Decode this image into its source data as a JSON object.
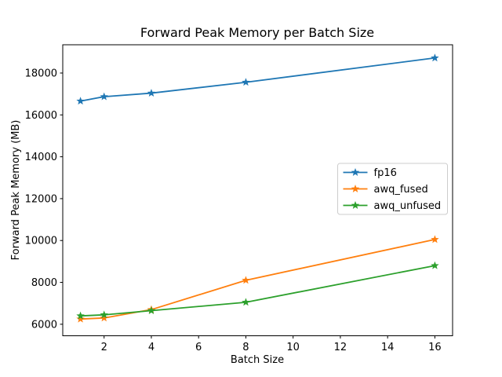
{
  "chart_data": {
    "type": "line",
    "title": "Forward Peak Memory per Batch Size",
    "xlabel": "Batch Size",
    "ylabel": "Forward Peak Memory (MB)",
    "x": [
      1,
      2,
      4,
      8,
      16
    ],
    "series": [
      {
        "name": "fp16",
        "color": "#1f77b4",
        "marker": "star",
        "values": [
          16660,
          16870,
          17040,
          17560,
          18720
        ]
      },
      {
        "name": "awq_fused",
        "color": "#ff7f0e",
        "marker": "star",
        "values": [
          6250,
          6300,
          6700,
          8100,
          10050
        ]
      },
      {
        "name": "awq_unfused",
        "color": "#2ca02c",
        "marker": "star",
        "values": [
          6400,
          6450,
          6650,
          7050,
          8800
        ]
      }
    ],
    "xticks": [
      2,
      4,
      6,
      8,
      10,
      12,
      14,
      16
    ],
    "yticks": [
      6000,
      8000,
      10000,
      12000,
      14000,
      16000,
      18000
    ],
    "xlim": [
      0.25,
      16.75
    ],
    "ylim": [
      5450,
      19350
    ],
    "grid": false,
    "legend": {
      "position": "center right",
      "entries": [
        "fp16",
        "awq_fused",
        "awq_unfused"
      ]
    },
    "colors": {
      "axis": "#000000",
      "legend_border": "#cccccc",
      "background": "#ffffff"
    }
  }
}
